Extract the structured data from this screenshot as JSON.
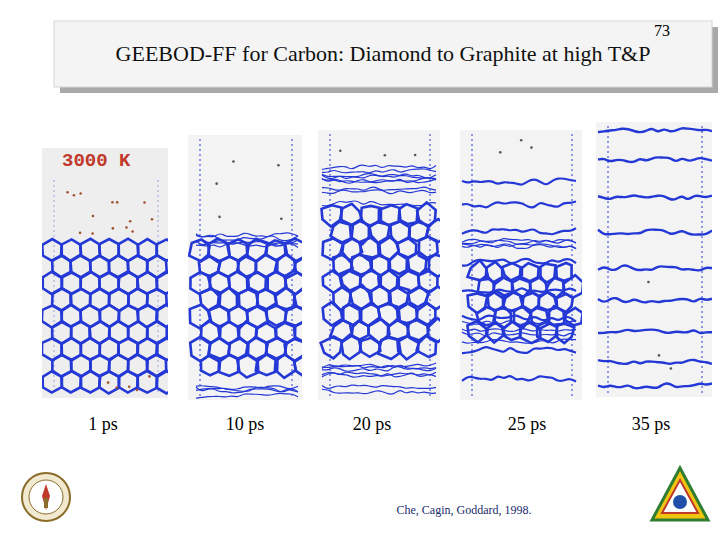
{
  "diagram": {
    "title": "GEEBOD-FF for Carbon: Diamond to Graphite at high T&P",
    "labels": [
      "73",
      "3000 K",
      "1 ps",
      "10 ps",
      "20 ps",
      "25 ps",
      "35 ps",
      "Che, Cagin, Goddard, 1998."
    ]
  }
}
